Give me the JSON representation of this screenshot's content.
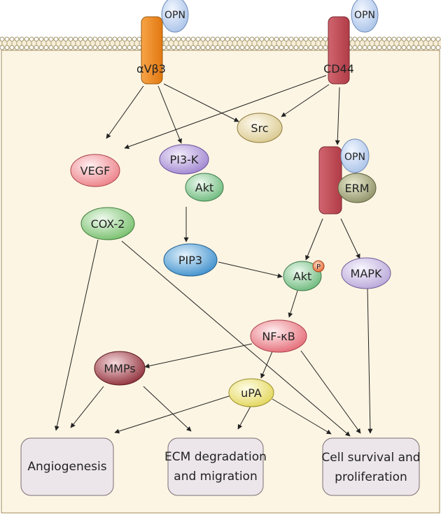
{
  "receptors": {
    "avb3": {
      "label": "αVβ3",
      "color": "#f28a1e"
    },
    "cd44": {
      "label": "CD44",
      "color": "#c2505a"
    },
    "opn1": {
      "label": "OPN"
    },
    "opn2": {
      "label": "OPN"
    },
    "opn3": {
      "label": "OPN"
    },
    "erm": {
      "label": "ERM"
    }
  },
  "nodes": {
    "src": {
      "label": "Src",
      "color": "#ede2b8"
    },
    "vegf": {
      "label": "VEGF",
      "color": "#f4a9ad"
    },
    "pi3k": {
      "label": "PI3-K",
      "color": "#c7b3e4"
    },
    "akt1": {
      "label": "Akt",
      "color": "#9fd1a8"
    },
    "cox2": {
      "label": "COX-2",
      "color": "#a9d8a1"
    },
    "pip3": {
      "label": "PIP3",
      "color": "#6fb2e0"
    },
    "akt2": {
      "label": "Akt",
      "color": "#9fd1a8"
    },
    "akt2_p": {
      "label": "P",
      "color": "#f08a5d"
    },
    "mapk": {
      "label": "MAPK",
      "color": "#d6c9ea"
    },
    "nfkb": {
      "label": "NF-κB",
      "color": "#f4a9ad"
    },
    "mmps": {
      "label": "MMPs",
      "color": "#a44a52"
    },
    "upa": {
      "label": "uPA",
      "color": "#f3ec9a"
    }
  },
  "outcomes": {
    "angiogenesis": {
      "label": "Angiogenesis"
    },
    "ecm_line1": {
      "label": "ECM degradation"
    },
    "ecm_line2": {
      "label": "and migration"
    },
    "cell_line1": {
      "label": "Cell survival and"
    },
    "cell_line2": {
      "label": "proliferation"
    }
  },
  "colors": {
    "cytoplasm": "#fdf5e3",
    "membrane": "#8a7a4a",
    "outcome_box": "#ece6ea",
    "arrow": "#222222"
  }
}
